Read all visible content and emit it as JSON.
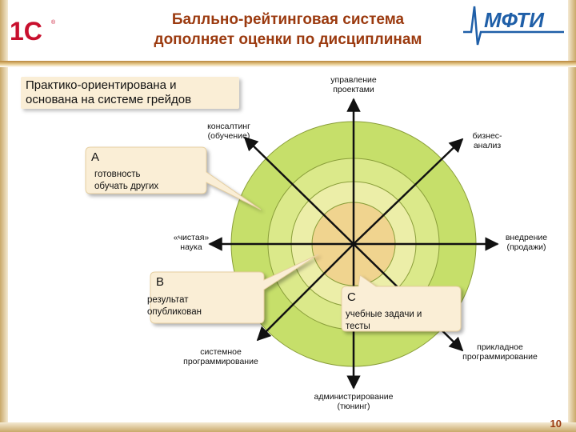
{
  "title": {
    "line1": "Балльно-рейтинговая система",
    "line2": "дополняет оценки по дисциплинам"
  },
  "logos": {
    "left_text": "1С",
    "right_text": "МФТИ"
  },
  "info_box": {
    "line1": "Практико-ориентирована и",
    "line2": "основана на системе грейдов"
  },
  "axes": {
    "top": [
      "управление",
      "проектами"
    ],
    "top_left": [
      "консалтинг",
      "(обучение)"
    ],
    "top_right": [
      "бизнес-",
      "анализ"
    ],
    "left": [
      "«чистая»",
      "наука"
    ],
    "right": [
      "внедрение",
      "(продажи)"
    ],
    "bottom_left": [
      "системное",
      "программирование"
    ],
    "bottom_right": [
      "прикладное",
      "программирование"
    ],
    "bottom": [
      "администрирование",
      "(тюнинг)"
    ]
  },
  "callouts": {
    "a": {
      "letter": "А",
      "line1": "готовность",
      "line2": "обучать других"
    },
    "b": {
      "letter": "В",
      "line1": "результат",
      "line2": "опубликован"
    },
    "c": {
      "letter": "С",
      "line1": "учебные задачи и",
      "line2": "тесты"
    }
  },
  "slide_number": "10",
  "colors": {
    "title": "#9b3a0f",
    "ring_outer": "#c6df6a",
    "ring_2": "#dbe98a",
    "ring_3": "#eceea8",
    "ring_inner": "#f0d48f",
    "callout_fill": "#faeed6"
  }
}
